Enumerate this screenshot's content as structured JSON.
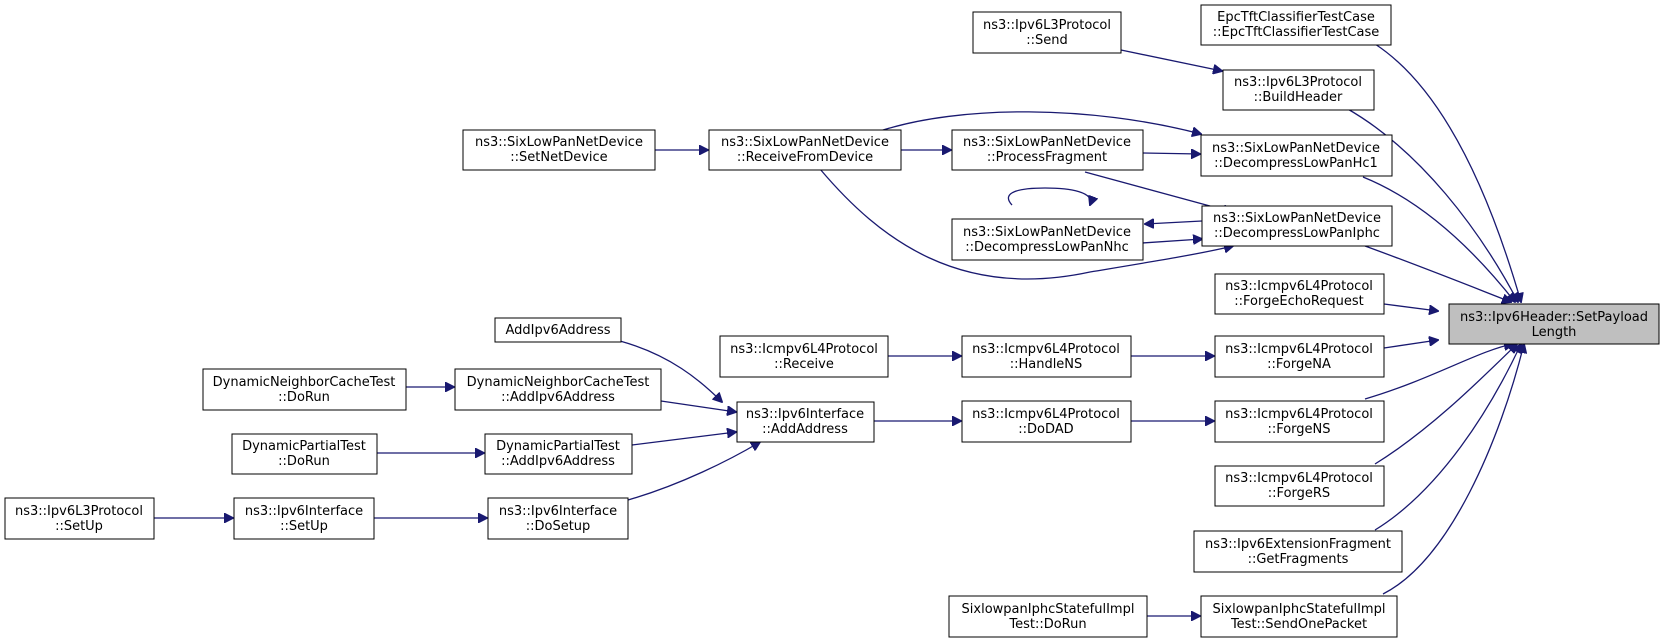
{
  "graph": {
    "colors": {
      "edge": "#191970",
      "node_border": "#000000",
      "node_fill": "#ffffff",
      "root_fill": "#bfbfbf"
    },
    "nodes": {
      "set_payload_length": {
        "lines": [
          "ns3::Ipv6Header::SetPayload",
          "Length"
        ]
      },
      "epc_tft": {
        "lines": [
          "EpcTftClassifierTestCase",
          "::EpcTftClassifierTestCase"
        ]
      },
      "ipv6l3_send": {
        "lines": [
          "ns3::Ipv6L3Protocol",
          "::Send"
        ]
      },
      "ipv6l3_buildheader": {
        "lines": [
          "ns3::Ipv6L3Protocol",
          "::BuildHeader"
        ]
      },
      "sixlowpan_setnetdevice": {
        "lines": [
          "ns3::SixLowPanNetDevice",
          "::SetNetDevice"
        ]
      },
      "sixlowpan_receivefromdevice": {
        "lines": [
          "ns3::SixLowPanNetDevice",
          "::ReceiveFromDevice"
        ]
      },
      "sixlowpan_processfragment": {
        "lines": [
          "ns3::SixLowPanNetDevice",
          "::ProcessFragment"
        ]
      },
      "sixlowpan_decompresshc1": {
        "lines": [
          "ns3::SixLowPanNetDevice",
          "::DecompressLowPanHc1"
        ]
      },
      "sixlowpan_decompressnhc": {
        "lines": [
          "ns3::SixLowPanNetDevice",
          "::DecompressLowPanNhc"
        ]
      },
      "sixlowpan_decompressiphc": {
        "lines": [
          "ns3::SixLowPanNetDevice",
          "::DecompressLowPanIphc"
        ]
      },
      "icmpv6_forgeechorequest": {
        "lines": [
          "ns3::Icmpv6L4Protocol",
          "::ForgeEchoRequest"
        ]
      },
      "addipv6address": {
        "lines": [
          "AddIpv6Address"
        ]
      },
      "icmpv6_receive": {
        "lines": [
          "ns3::Icmpv6L4Protocol",
          "::Receive"
        ]
      },
      "icmpv6_handlens": {
        "lines": [
          "ns3::Icmpv6L4Protocol",
          "::HandleNS"
        ]
      },
      "icmpv6_forgena": {
        "lines": [
          "ns3::Icmpv6L4Protocol",
          "::ForgeNA"
        ]
      },
      "dyn_neighbor_dorun": {
        "lines": [
          "DynamicNeighborCacheTest",
          "::DoRun"
        ]
      },
      "dyn_neighbor_addipv6": {
        "lines": [
          "DynamicNeighborCacheTest",
          "::AddIpv6Address"
        ]
      },
      "ipv6interface_addaddress": {
        "lines": [
          "ns3::Ipv6Interface",
          "::AddAddress"
        ]
      },
      "icmpv6_dodad": {
        "lines": [
          "ns3::Icmpv6L4Protocol",
          "::DoDAD"
        ]
      },
      "icmpv6_forgens": {
        "lines": [
          "ns3::Icmpv6L4Protocol",
          "::ForgeNS"
        ]
      },
      "dyn_partial_dorun": {
        "lines": [
          "DynamicPartialTest",
          "::DoRun"
        ]
      },
      "dyn_partial_addipv6": {
        "lines": [
          "DynamicPartialTest",
          "::AddIpv6Address"
        ]
      },
      "icmpv6_forgers": {
        "lines": [
          "ns3::Icmpv6L4Protocol",
          "::ForgeRS"
        ]
      },
      "ipv6l3_setup": {
        "lines": [
          "ns3::Ipv6L3Protocol",
          "::SetUp"
        ]
      },
      "ipv6interface_setup": {
        "lines": [
          "ns3::Ipv6Interface",
          "::SetUp"
        ]
      },
      "ipv6interface_dosetup": {
        "lines": [
          "ns3::Ipv6Interface",
          "::DoSetup"
        ]
      },
      "ipv6ext_getfragments": {
        "lines": [
          "ns3::Ipv6ExtensionFragment",
          "::GetFragments"
        ]
      },
      "sixlowpan_iphc_dorun": {
        "lines": [
          "SixlowpanIphcStatefulImpl",
          "Test::DoRun"
        ]
      },
      "sixlowpan_iphc_sendonepacket": {
        "lines": [
          "SixlowpanIphcStatefulImpl",
          "Test::SendOnePacket"
        ]
      }
    },
    "edges": [
      {
        "from": "epc_tft",
        "to": "set_payload_length"
      },
      {
        "from": "ipv6l3_buildheader",
        "to": "set_payload_length"
      },
      {
        "from": "sixlowpan_decompresshc1",
        "to": "set_payload_length"
      },
      {
        "from": "sixlowpan_decompressiphc",
        "to": "set_payload_length"
      },
      {
        "from": "icmpv6_forgeechorequest",
        "to": "set_payload_length"
      },
      {
        "from": "icmpv6_forgena",
        "to": "set_payload_length"
      },
      {
        "from": "icmpv6_forgens",
        "to": "set_payload_length"
      },
      {
        "from": "icmpv6_forgers",
        "to": "set_payload_length"
      },
      {
        "from": "ipv6ext_getfragments",
        "to": "set_payload_length"
      },
      {
        "from": "sixlowpan_iphc_sendonepacket",
        "to": "set_payload_length"
      },
      {
        "from": "ipv6l3_send",
        "to": "ipv6l3_buildheader"
      },
      {
        "from": "sixlowpan_setnetdevice",
        "to": "sixlowpan_receivefromdevice"
      },
      {
        "from": "sixlowpan_receivefromdevice",
        "to": "sixlowpan_processfragment"
      },
      {
        "from": "sixlowpan_receivefromdevice",
        "to": "sixlowpan_decompresshc1"
      },
      {
        "from": "sixlowpan_receivefromdevice",
        "to": "sixlowpan_decompressiphc"
      },
      {
        "from": "sixlowpan_processfragment",
        "to": "sixlowpan_decompresshc1"
      },
      {
        "from": "sixlowpan_processfragment",
        "to": "sixlowpan_decompressiphc"
      },
      {
        "from": "sixlowpan_decompressiphc",
        "to": "sixlowpan_decompressnhc"
      },
      {
        "from": "sixlowpan_decompressnhc",
        "to": "sixlowpan_decompressiphc"
      },
      {
        "from": "sixlowpan_decompressnhc",
        "to": "sixlowpan_decompressnhc"
      },
      {
        "from": "icmpv6_receive",
        "to": "icmpv6_handlens"
      },
      {
        "from": "icmpv6_handlens",
        "to": "icmpv6_forgena"
      },
      {
        "from": "addipv6address",
        "to": "ipv6interface_addaddress"
      },
      {
        "from": "dyn_neighbor_dorun",
        "to": "dyn_neighbor_addipv6"
      },
      {
        "from": "dyn_neighbor_addipv6",
        "to": "ipv6interface_addaddress"
      },
      {
        "from": "dyn_partial_addipv6",
        "to": "ipv6interface_addaddress"
      },
      {
        "from": "ipv6interface_dosetup",
        "to": "ipv6interface_addaddress"
      },
      {
        "from": "ipv6interface_addaddress",
        "to": "icmpv6_dodad"
      },
      {
        "from": "icmpv6_dodad",
        "to": "icmpv6_forgens"
      },
      {
        "from": "dyn_partial_dorun",
        "to": "dyn_partial_addipv6"
      },
      {
        "from": "ipv6l3_setup",
        "to": "ipv6interface_setup"
      },
      {
        "from": "ipv6interface_setup",
        "to": "ipv6interface_dosetup"
      },
      {
        "from": "sixlowpan_iphc_dorun",
        "to": "sixlowpan_iphc_sendonepacket"
      }
    ]
  }
}
